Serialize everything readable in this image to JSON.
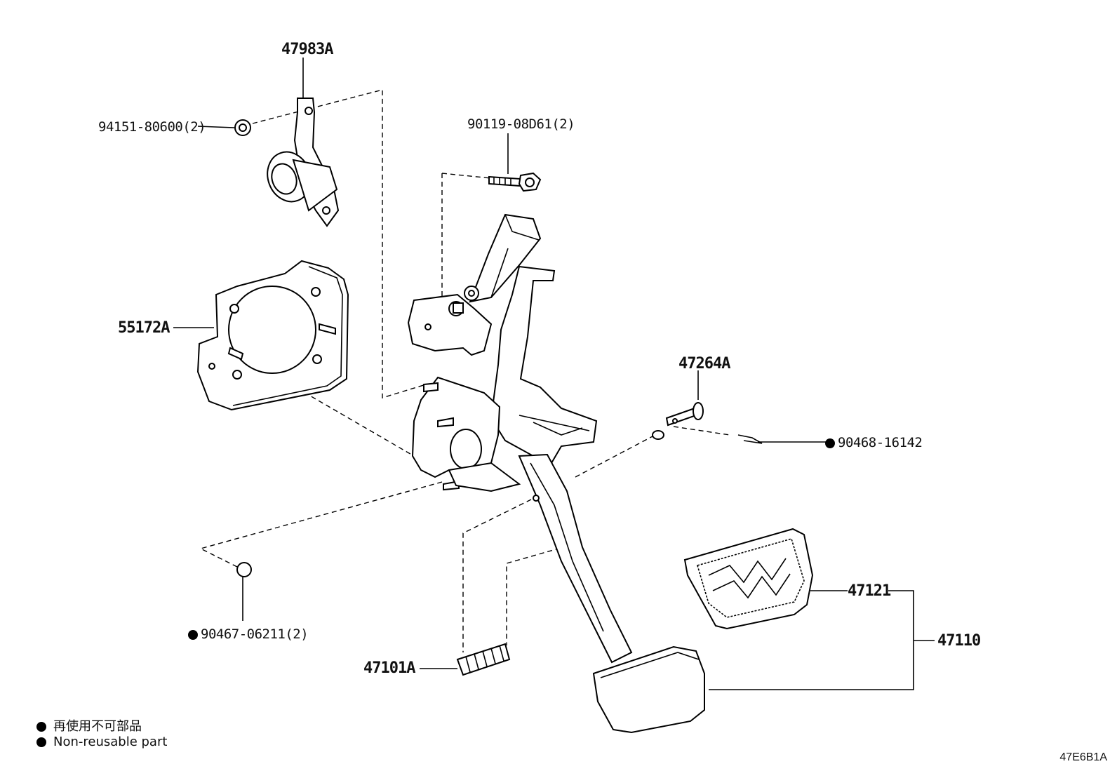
{
  "parts": {
    "p47983A": "47983A",
    "p94151": "94151-80600(2)",
    "p90119": "90119-08D61(2)",
    "p55172A": "55172A",
    "p47264A": "47264A",
    "p90468": "90468-16142",
    "p90467": "90467-06211(2)",
    "p47121": "47121",
    "p47110": "47110",
    "p47101A": "47101A"
  },
  "legend": {
    "jp": "再使用不可部品",
    "en": "Non-reusable part"
  },
  "ref_code": "47E6B1A"
}
